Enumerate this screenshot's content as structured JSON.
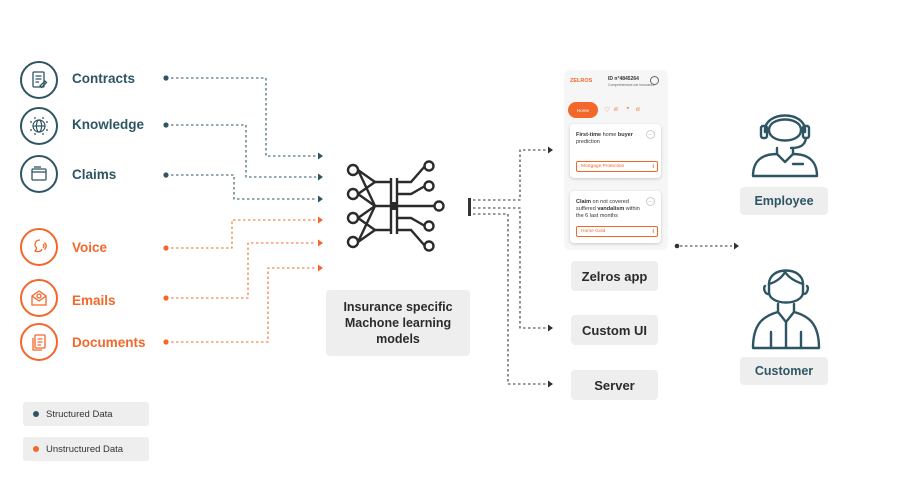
{
  "sources": {
    "structured": [
      {
        "label": "Contracts",
        "icon": "contract-icon"
      },
      {
        "label": "Knowledge",
        "icon": "globe-icon"
      },
      {
        "label": "Claims",
        "icon": "folder-icon"
      }
    ],
    "unstructured": [
      {
        "label": "Voice",
        "icon": "voice-icon"
      },
      {
        "label": "Emails",
        "icon": "email-icon"
      },
      {
        "label": "Documents",
        "icon": "documents-icon"
      }
    ]
  },
  "model": {
    "label": "Insurance specific Machone learning models",
    "icon": "neural-network-icon"
  },
  "app": {
    "logo": "ZELROS",
    "id_line": "ID n°4845264",
    "sub_line": "Comprehensive car Insurance",
    "active_tab": "Home",
    "card1": {
      "text_bold1": "First-time",
      "text1": " home ",
      "text_bold2": "buyer",
      "text2": " prediction",
      "tag": "Mortgage Protection"
    },
    "card2": {
      "text_bold1": "Claim",
      "text1": " on not covered suffered ",
      "text_bold2": "vandalism",
      "text2": " within the 6 last months",
      "tag": "Home Gold"
    }
  },
  "outputs": [
    {
      "label": "Zelros app"
    },
    {
      "label": "Custom UI"
    },
    {
      "label": "Server"
    }
  ],
  "roles": [
    {
      "label": "Employee",
      "icon": "employee-headset-icon"
    },
    {
      "label": "Customer",
      "icon": "customer-icon"
    }
  ],
  "legend": {
    "structured": "Structured Data",
    "unstructured": "Unstructured Data"
  },
  "colors": {
    "structured": "#2e5563",
    "unstructured": "#f2682a",
    "box": "#eeeeee"
  }
}
